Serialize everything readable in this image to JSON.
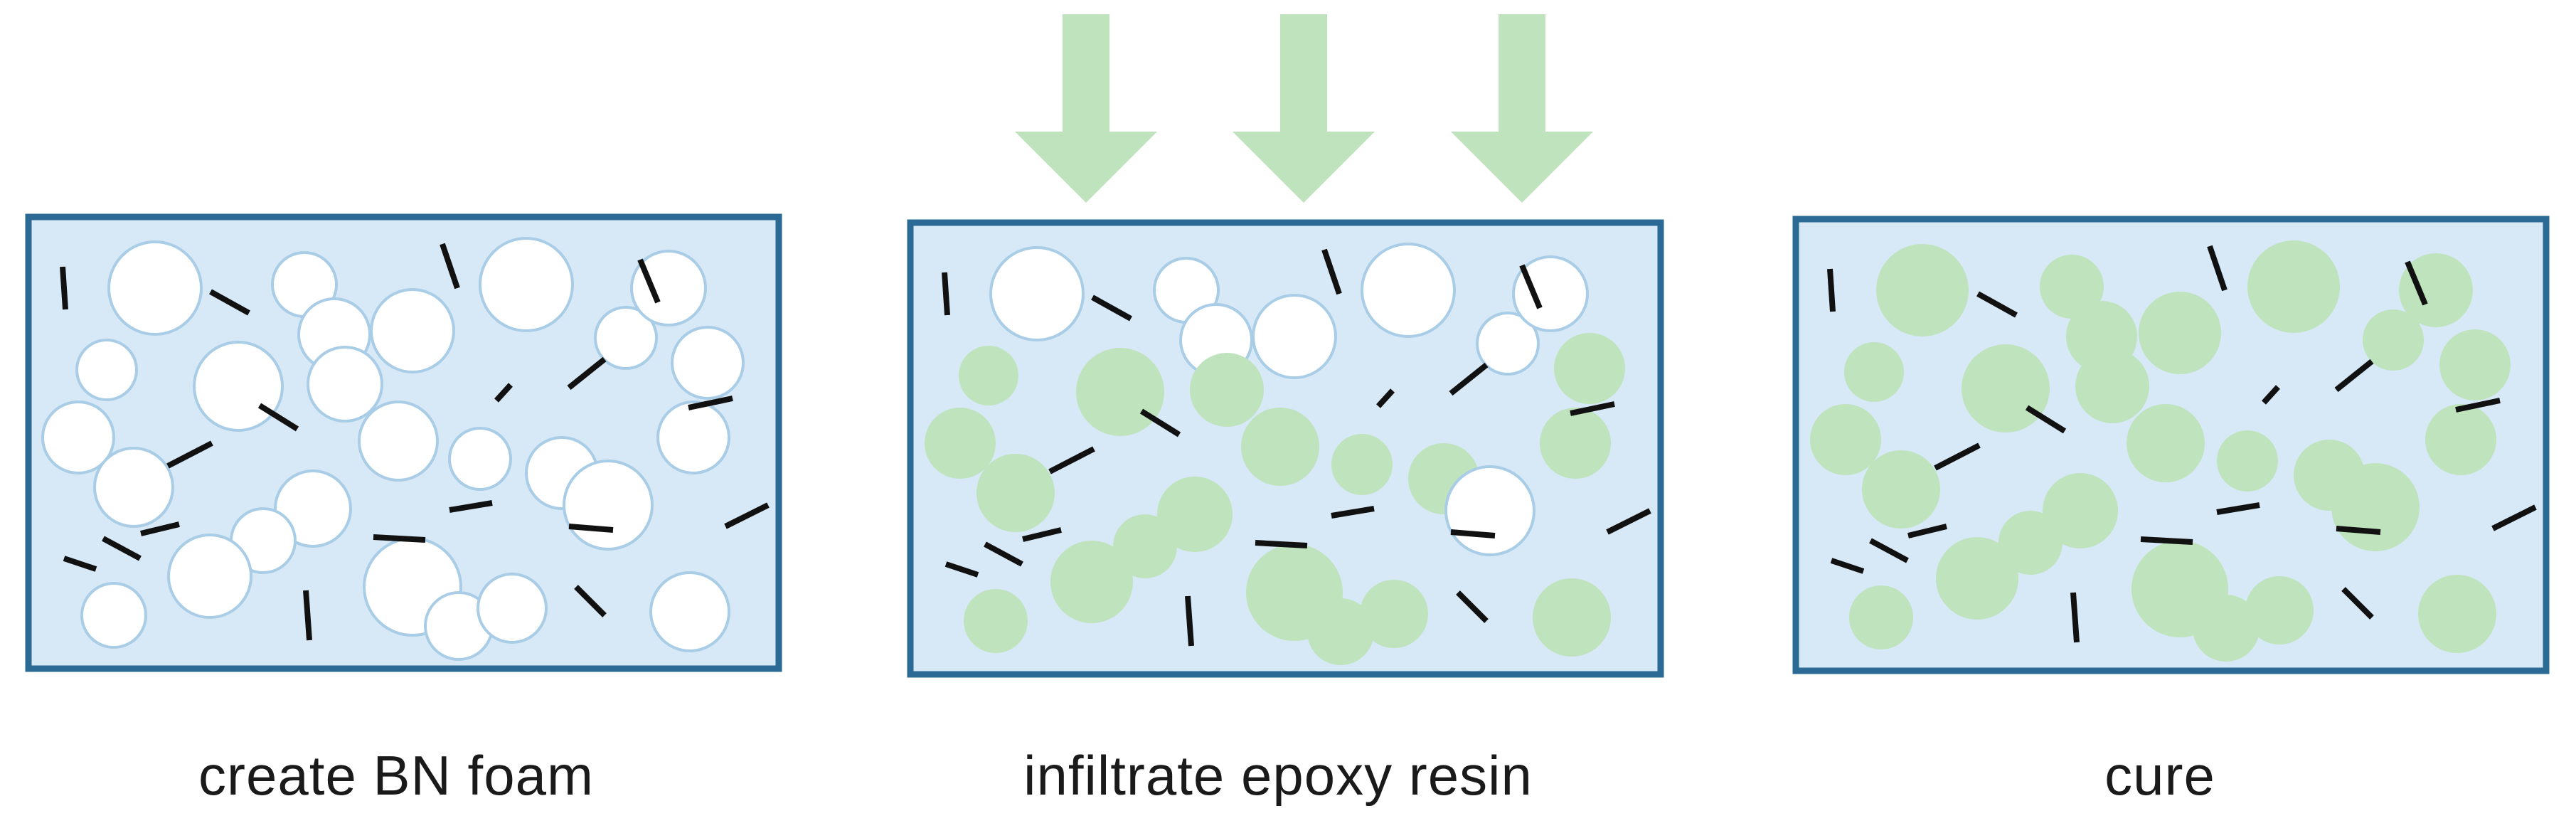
{
  "colors": {
    "resin_fill": "#d7e8f6",
    "box_border": "#2a6a94",
    "pore_fill": "#ffffff",
    "pore_outline": "#a9cde6",
    "epoxy_fill": "#bfe3bd",
    "arrow_fill": "#bfe3bd",
    "platelet": "#111111"
  },
  "steps": [
    {
      "caption": "create BN foam",
      "state": "empty-pores"
    },
    {
      "caption": "infiltrate epoxy resin",
      "state": "partially-filled",
      "arrows": 3
    },
    {
      "caption": "cure",
      "state": "filled"
    }
  ]
}
